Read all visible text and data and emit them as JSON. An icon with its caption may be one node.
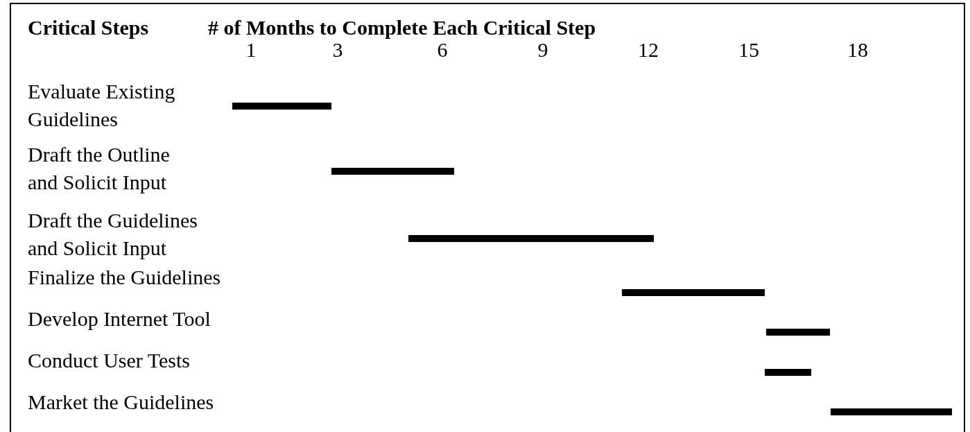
{
  "diagram": {
    "labels": [
      "Critical Steps",
      "# of Months to Complete Each Critical Step",
      "1",
      "3",
      "6",
      "9",
      "12",
      "15",
      "18",
      "Evaluate Existing Guidelines",
      "Draft the Outline and Solicit Input",
      "Draft the Guidelines and Solicit Input",
      "Finalize the Guidelines",
      "Develop Internet Tool",
      "Conduct User Tests",
      "Market the Guidelines"
    ]
  }
}
